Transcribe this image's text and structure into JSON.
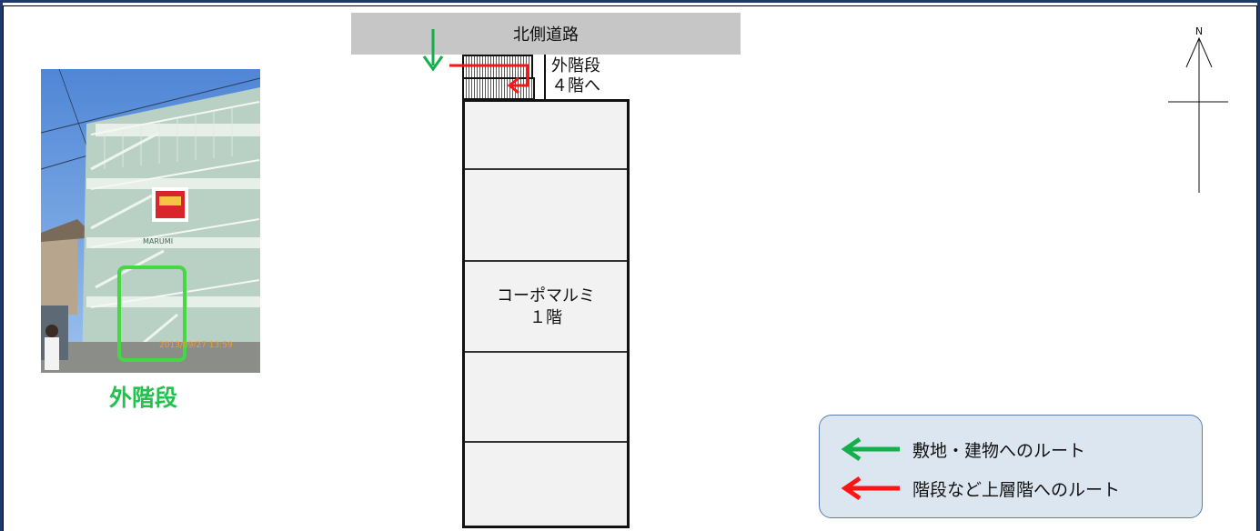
{
  "road": {
    "label": "北側道路"
  },
  "stairs": {
    "label": "外階段\n４階へ"
  },
  "building": {
    "label": "コーポマルミ\n１階",
    "unit_count": 5
  },
  "photo": {
    "caption": "外階段",
    "timestamp": "2013/09/27 13:59",
    "sign_text": "MARUMI",
    "highlight_color": "#44d944"
  },
  "compass": {
    "north_label": "N"
  },
  "legend": {
    "items": [
      {
        "color": "#12b04a",
        "label": "敷地・建物へのルート"
      },
      {
        "color": "#ff1414",
        "label": "階段など上層階へのルート"
      }
    ]
  },
  "colors": {
    "route_green": "#12b04a",
    "route_red": "#ff1414",
    "road_gray": "#c6c6c6",
    "frame_blue": "#1f3a6a"
  }
}
